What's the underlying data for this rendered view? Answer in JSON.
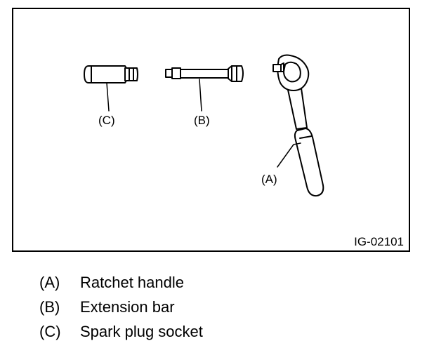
{
  "figure": {
    "code": "IG-02101",
    "callouts": {
      "a": "(A)",
      "b": "(B)",
      "c": "(C)"
    }
  },
  "legend": [
    {
      "key": "(A)",
      "text": "Ratchet handle"
    },
    {
      "key": "(B)",
      "text": "Extension bar"
    },
    {
      "key": "(C)",
      "text": "Spark plug socket"
    }
  ]
}
